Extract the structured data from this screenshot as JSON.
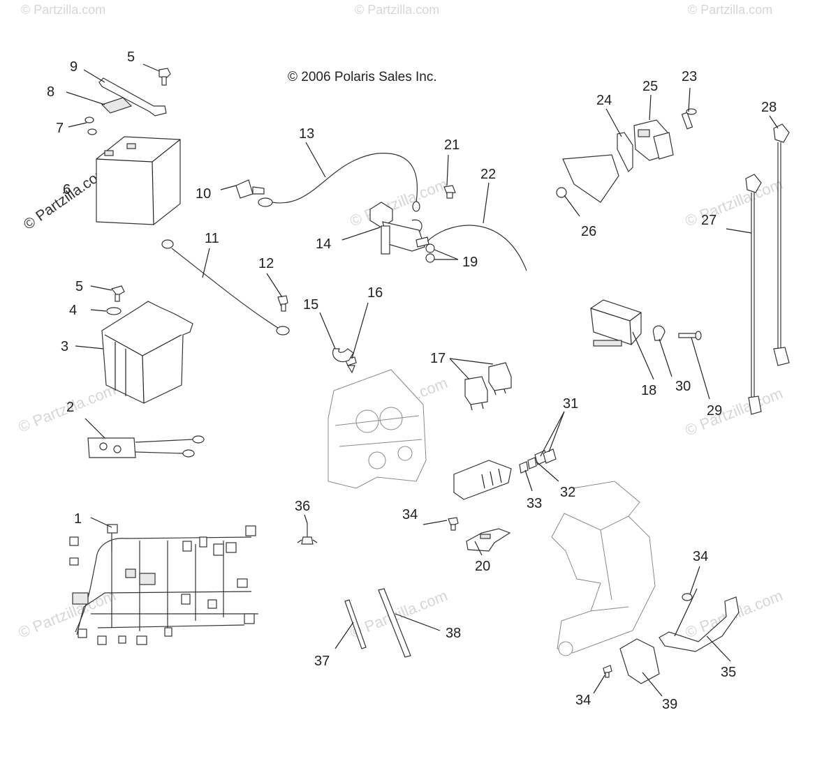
{
  "copyright": "© 2006 Polaris Sales Inc.",
  "watermark": "© Partzilla.com",
  "callouts": [
    "1",
    "2",
    "3",
    "4",
    "5",
    "5",
    "6",
    "7",
    "8",
    "9",
    "10",
    "11",
    "12",
    "13",
    "14",
    "15",
    "16",
    "17",
    "18",
    "19",
    "20",
    "21",
    "22",
    "23",
    "24",
    "25",
    "26",
    "27",
    "28",
    "29",
    "30",
    "31",
    "32",
    "33",
    "34",
    "34",
    "34",
    "35",
    "36",
    "37",
    "38",
    "39"
  ]
}
